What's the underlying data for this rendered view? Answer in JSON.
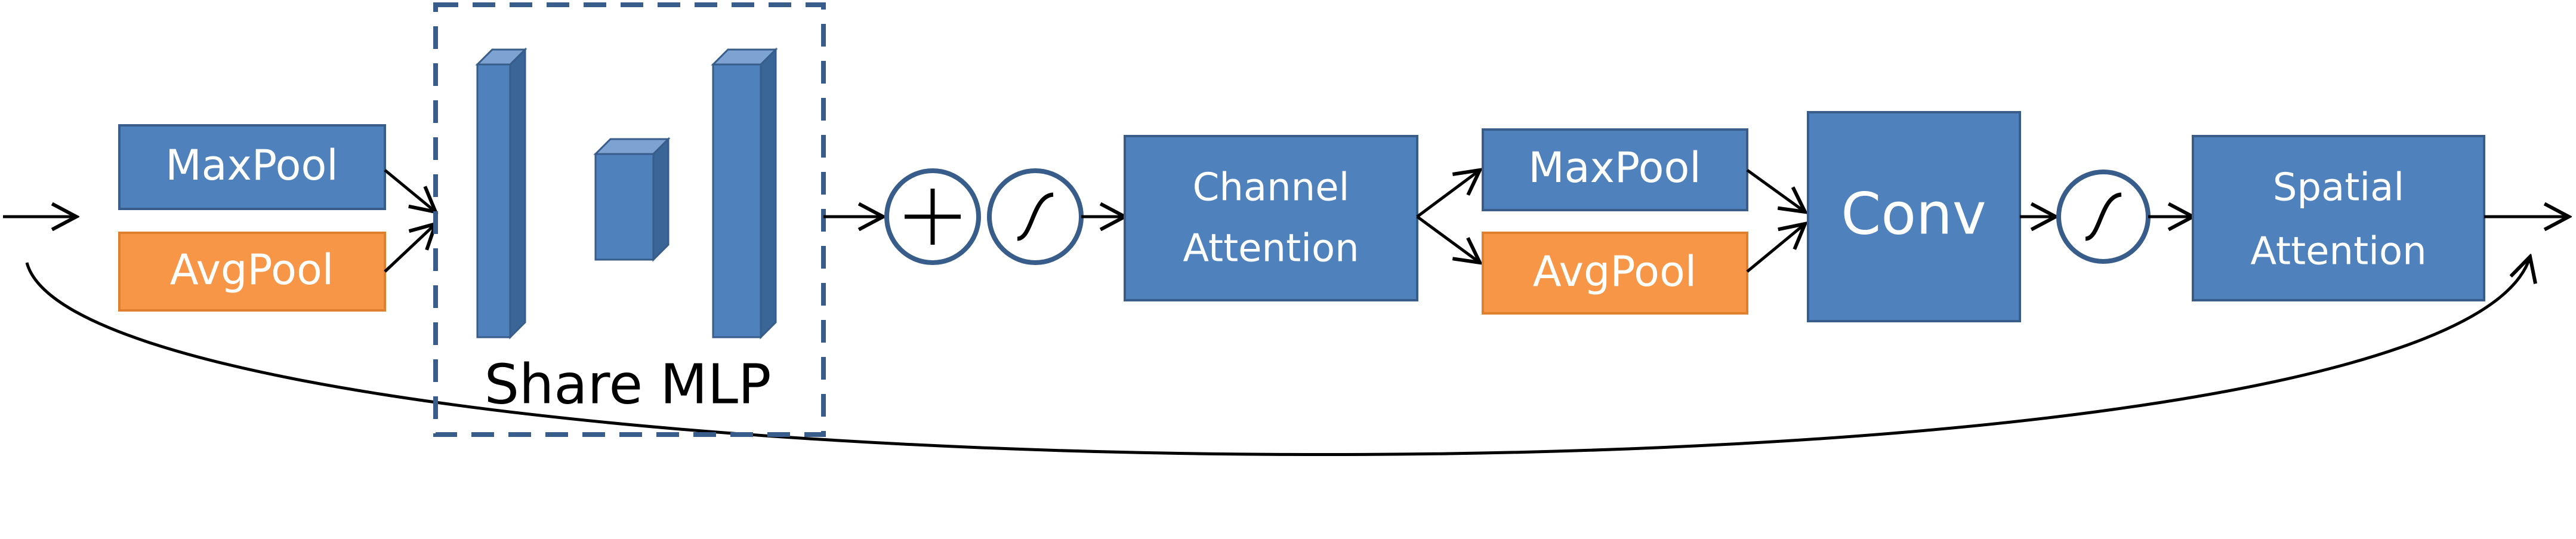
{
  "colors": {
    "blue": "#4f81bd",
    "blue_dark": "#385d8a",
    "blue_side": "#3a6597",
    "blue_top": "#7da3d2",
    "orange": "#f79646",
    "orange_border": "#e0802e",
    "line": "#000000",
    "circle_stroke": "#385d8a",
    "dash": "#385d8a"
  },
  "labels": {
    "maxpool_1": "MaxPool",
    "avgpool_1": "AvgPool",
    "share_mlp": "Share MLP",
    "channel_attention_line1": "Channel",
    "channel_attention_line2": "Attention",
    "maxpool_2": "MaxPool",
    "avgpool_2": "AvgPool",
    "conv": "Conv",
    "spatial_attention_line1": "Spatial",
    "spatial_attention_line2": "Attention"
  },
  "icons": {
    "add": "plus-circle-icon",
    "sigmoid_1": "sigmoid-icon",
    "sigmoid_2": "sigmoid-icon"
  }
}
